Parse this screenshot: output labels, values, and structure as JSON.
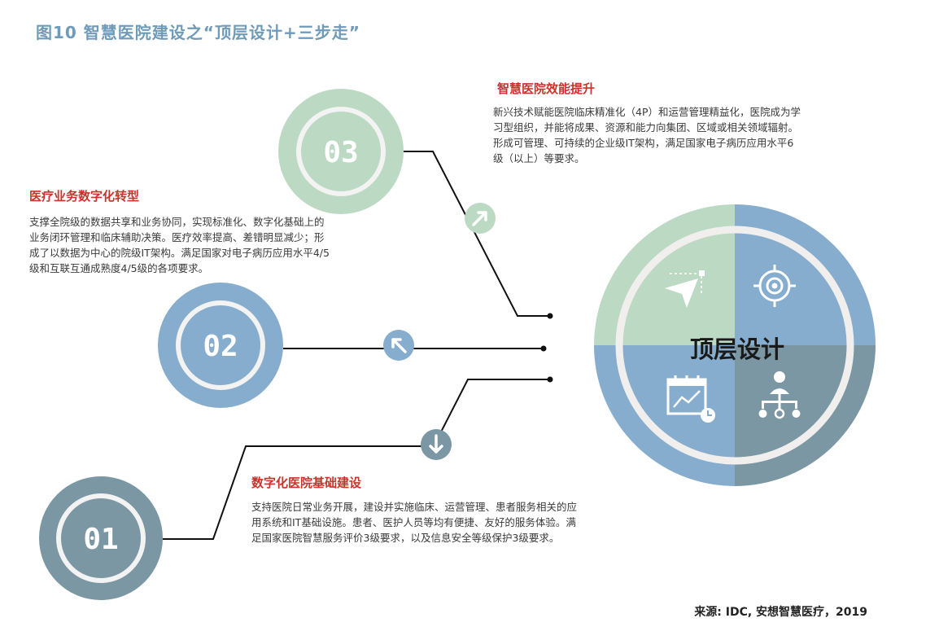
{
  "title": "图10 智慧医院建设之“顶层设计+三步走”",
  "center": {
    "label": "顶层设计"
  },
  "steps": [
    {
      "number": "01",
      "heading": "数字化医院基础建设",
      "lines": [
        "支持医院日常业务开展，建设并实施临床、运营管理、患者服务相关的应",
        "用系统和IT基础设施。患者、医护人员等均有便捷、友好的服务体验。满",
        "足国家医院智慧服务评价3级要求，以及信息安全等级保护3级要求。"
      ]
    },
    {
      "number": "02",
      "heading": "医疗业务数字化转型",
      "lines": [
        "支撑全院级的数据共享和业务协同，实现标准化、数字化基础上的",
        "业务闭环管理和临床辅助决策。医疗效率提高、差错明显减少；形",
        "成了以数据为中心的院级IT架构。满足国家对电子病历应用水平4/5",
        "级和互联互通成熟度4/5级的各项要求。"
      ]
    },
    {
      "number": "03",
      "heading": "智慧医院效能提升",
      "lines": [
        "新兴技术赋能医院临床精准化（4P）和运营管理精益化，医院成为学",
        "习型组织，并能将成果、资源和能力向集团、区域或相关领域辐射。",
        "形成可管理、可持续的企业级IT架构，满足国家电子病历应用水平6",
        "级（以上）等要求。"
      ]
    }
  ],
  "icons": [
    "paper-plane-icon",
    "target-icon",
    "chart-calendar-icon",
    "org-hierarchy-icon"
  ],
  "arrows": [
    "arrow-up-right-icon",
    "arrow-up-left-icon",
    "arrow-down-icon"
  ],
  "colors": {
    "green": "#bcd9c3",
    "blue": "#86adce",
    "slate": "#7a97a3",
    "red": "#c8342b",
    "title": "#6f9bb8"
  },
  "source": "来源: IDC, 安想智慧医疗，2019"
}
